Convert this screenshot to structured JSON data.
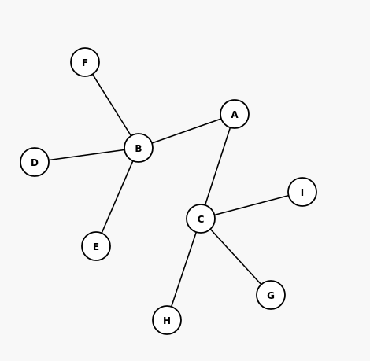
{
  "graph": {
    "nodes": [
      {
        "id": "A",
        "label": "A"
      },
      {
        "id": "B",
        "label": "B"
      },
      {
        "id": "C",
        "label": "C"
      },
      {
        "id": "D",
        "label": "D"
      },
      {
        "id": "E",
        "label": "E"
      },
      {
        "id": "F",
        "label": "F"
      },
      {
        "id": "G",
        "label": "G"
      },
      {
        "id": "H",
        "label": "H"
      },
      {
        "id": "I",
        "label": "I"
      }
    ],
    "edges": [
      {
        "from": "F",
        "to": "B"
      },
      {
        "from": "B",
        "to": "A"
      },
      {
        "from": "D",
        "to": "B"
      },
      {
        "from": "B",
        "to": "E"
      },
      {
        "from": "A",
        "to": "C"
      },
      {
        "from": "C",
        "to": "I"
      },
      {
        "from": "C",
        "to": "H"
      },
      {
        "from": "C",
        "to": "G"
      }
    ]
  }
}
